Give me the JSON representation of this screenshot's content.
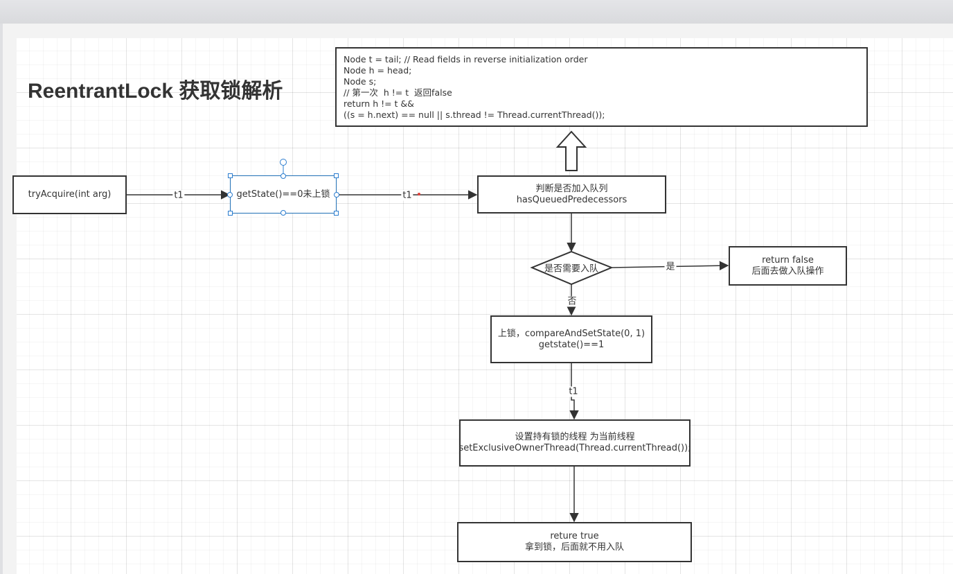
{
  "diagram": {
    "title": "ReentrantLock 获取锁解析",
    "nodes": {
      "code_block": {
        "lines": [
          "Node t = tail; // Read fields in reverse initialization order",
          "Node h = head;",
          "Node s;",
          "// 第一次  h != t  返回false",
          "return h != t &&",
          "((s = h.next) == null || s.thread != Thread.currentThread());"
        ]
      },
      "try_acquire": {
        "label": "tryAcquire(int arg)"
      },
      "get_state": {
        "label": "getState()==0未上锁"
      },
      "has_queued": {
        "lines": [
          "判断是否加入队列",
          "hasQueuedPredecessors"
        ]
      },
      "need_enqueue": {
        "label": "是否需要入队"
      },
      "return_false": {
        "lines": [
          "return false",
          "后面去做入队操作"
        ]
      },
      "lock": {
        "lines": [
          "上锁，compareAndSetState(0, 1)",
          "getstate()==1"
        ]
      },
      "set_owner": {
        "lines": [
          "设置持有锁的线程 为当前线程",
          "setExclusiveOwnerThread(Thread.currentThread());"
        ]
      },
      "return_true": {
        "lines": [
          "reture true",
          "拿到锁，后面就不用入队"
        ]
      }
    },
    "edges": {
      "acquire_to_state": "t1",
      "state_to_queued": "t1",
      "diamond_yes": "是",
      "diamond_no": "否",
      "lock_to_owner": "t1"
    },
    "colors": {
      "stroke": "#333333",
      "selection": "#2a7ccf",
      "marker": "#e0413a"
    }
  }
}
